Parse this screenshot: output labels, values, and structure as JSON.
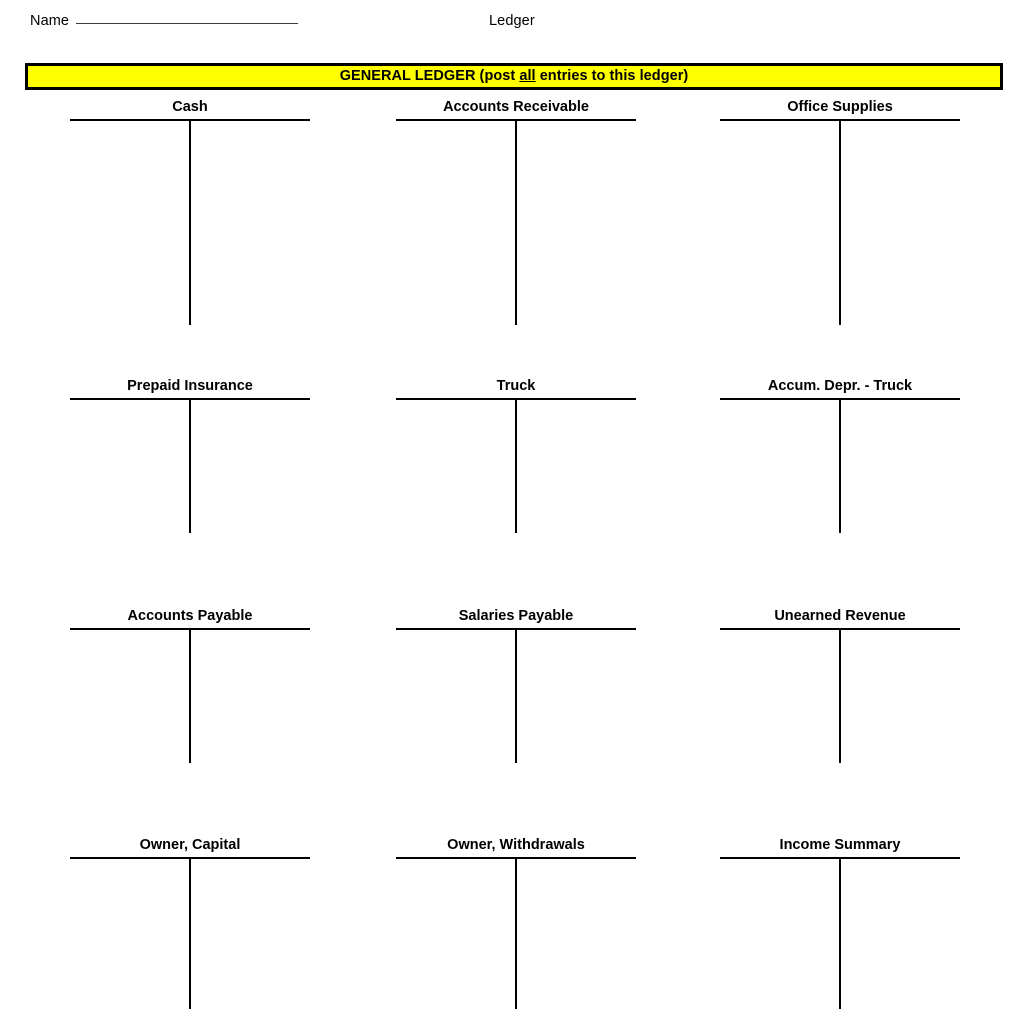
{
  "header": {
    "name_label": "Name",
    "name_value": "",
    "document_label": "Ledger"
  },
  "banner": {
    "text_before": "GENERAL LEDGER (post ",
    "text_emphasis": "all",
    "text_after": " entries to this ledger)",
    "full_text": "GENERAL LEDGER (post all entries to this ledger)",
    "background_color": "#FFFF00",
    "border_color": "#000000"
  },
  "ledger": {
    "rows": [
      {
        "accounts": [
          {
            "title": "Cash"
          },
          {
            "title": "Accounts Receivable"
          },
          {
            "title": "Office Supplies"
          }
        ]
      },
      {
        "accounts": [
          {
            "title": "Prepaid Insurance"
          },
          {
            "title": "Truck"
          },
          {
            "title": "Accum. Depr. - Truck"
          }
        ]
      },
      {
        "accounts": [
          {
            "title": "Accounts Payable"
          },
          {
            "title": "Salaries Payable"
          },
          {
            "title": "Unearned Revenue"
          }
        ]
      },
      {
        "accounts": [
          {
            "title": "Owner, Capital"
          },
          {
            "title": "Owner, Withdrawals"
          },
          {
            "title": "Income Summary"
          }
        ]
      }
    ]
  }
}
